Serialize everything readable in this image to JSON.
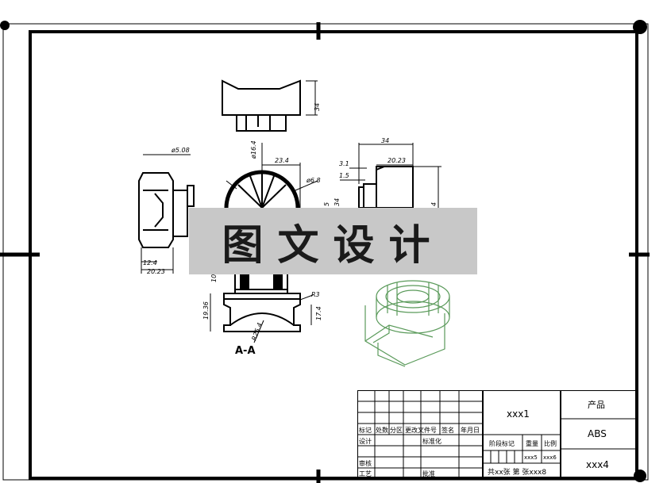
{
  "drawing": {
    "section_label": "A-A",
    "dims_top_view": [
      "34"
    ],
    "dims_front_view": [
      "ø5.08",
      "12.4",
      "20.23"
    ],
    "dims_wheel_view": [
      "ø16.4",
      "23.4",
      "ø6.8",
      "10"
    ],
    "dims_side_view": [
      "34",
      "3.1",
      "20.23",
      "1.5",
      "5",
      "34",
      "4"
    ],
    "dims_section_view": [
      "19.36",
      "R25.4",
      "R3",
      "17.4"
    ]
  },
  "watermark": {
    "text": "图文设计"
  },
  "title_block": {
    "header_labels": [
      "标记",
      "处数",
      "分区",
      "更改文件号",
      "签名",
      "年月日"
    ],
    "row_design": "设计",
    "row_standard": "标准化",
    "row_check": "审核",
    "row_process": "工艺",
    "row_approve": "批准",
    "stage_mark": "阶段标记",
    "weight": "重量",
    "scale": "比例",
    "drawing_name": "xxx1",
    "product_label": "产品",
    "material": "ABS",
    "weight_value": "xxx5",
    "scale_value": "xxx6",
    "drawing_number": "xxx4",
    "sheets": "共xx张 第 张xxx8"
  },
  "colors": {
    "frame": "#000000",
    "iso_view": "#5a9a5a",
    "banner_bg": "#c8c8c8"
  }
}
